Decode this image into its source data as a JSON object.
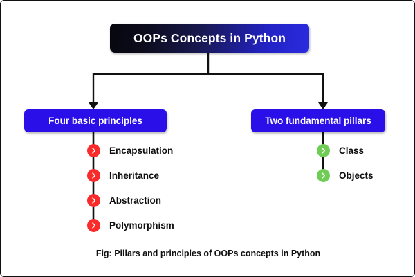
{
  "diagram": {
    "title_node": {
      "label": "OOPs Concepts in Python"
    },
    "branches": [
      {
        "id": "four-basic-principles",
        "label": "Four basic principles",
        "bullet_color": "#f92b2b",
        "items": [
          {
            "label": "Encapsulation"
          },
          {
            "label": "Inheritance"
          },
          {
            "label": "Abstraction"
          },
          {
            "label": "Polymorphism"
          }
        ]
      },
      {
        "id": "two-fundamental-pillars",
        "label": "Two fundamental pillars",
        "bullet_color": "#6fcc55",
        "items": [
          {
            "label": "Class"
          },
          {
            "label": "Objects"
          }
        ]
      }
    ],
    "caption": "Fig: Pillars and principles of OOPs concepts in Python",
    "icons": {
      "bullet": "chevron-right-icon"
    },
    "colors": {
      "title_gradient_start": "#07070f",
      "title_gradient_end": "#2b2be0",
      "branch_box": "#2a0fe8",
      "red_bullet": "#f92b2b",
      "green_bullet": "#6fcc55",
      "connector": "#111111",
      "background": "#ffffff",
      "text_dark": "#0d0d0d",
      "text_light": "#ffffff"
    }
  }
}
